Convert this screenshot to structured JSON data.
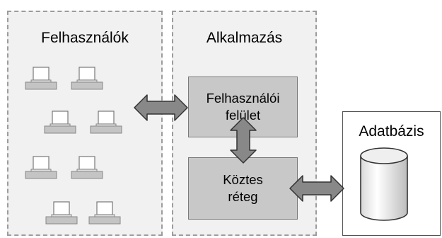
{
  "users_zone": {
    "title": "Felhasználók"
  },
  "app_zone": {
    "title": "Alkalmazás"
  },
  "ui_layer": {
    "line1": "Felhasználói",
    "line2": "felület"
  },
  "middle_layer": {
    "line1": "Köztes",
    "line2": "réteg"
  },
  "database": {
    "title": "Adatbázis"
  },
  "colors": {
    "zone_bg": "#f1f1f1",
    "zone_border": "#9c9c9c",
    "layer_fill": "#c8c8c8",
    "arrow_fill": "#888888"
  }
}
